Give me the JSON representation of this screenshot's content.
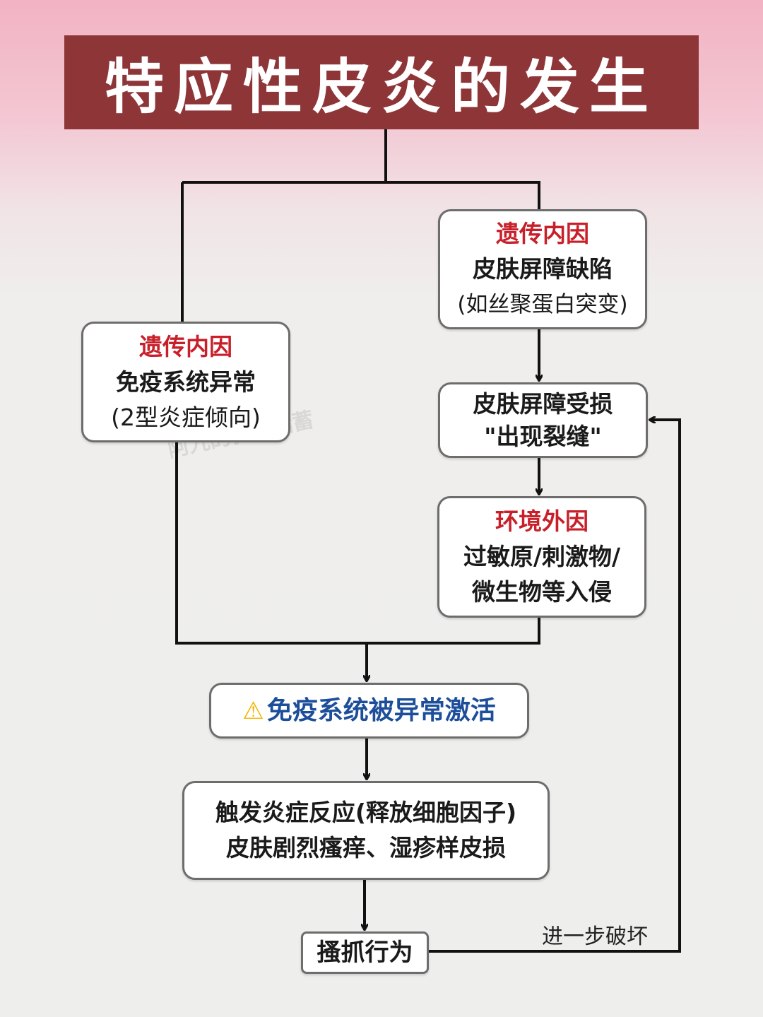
{
  "title": "特应性皮炎的发生",
  "watermark": "阿九的健康储蓄",
  "nodes": {
    "genetic_immune": {
      "heading": "遗传内因",
      "line1": "免疫系统异常",
      "line2": "(2型炎症倾向)"
    },
    "genetic_barrier": {
      "heading": "遗传内因",
      "line1": "皮肤屏障缺陷",
      "line2": "(如丝聚蛋白突变)"
    },
    "barrier_damage": {
      "line1": "皮肤屏障受损",
      "line2": "\"出现裂缝\""
    },
    "environment": {
      "heading": "环境外因",
      "line1": "过敏原/刺激物/",
      "line2": "微生物等入侵"
    },
    "immune_activation": {
      "icon": "warning-icon",
      "text": "免疫系统被异常激活"
    },
    "inflammation": {
      "line1": "触发炎症反应(释放细胞因子)",
      "line2": "皮肤剧烈瘙痒、湿疹样皮损"
    },
    "scratching": {
      "text": "搔抓行为"
    }
  },
  "loop_label": "进一步破坏",
  "colors": {
    "title_bg": "#8e3538",
    "heading_red": "#c8202a",
    "accent_blue": "#1d4e9a"
  }
}
